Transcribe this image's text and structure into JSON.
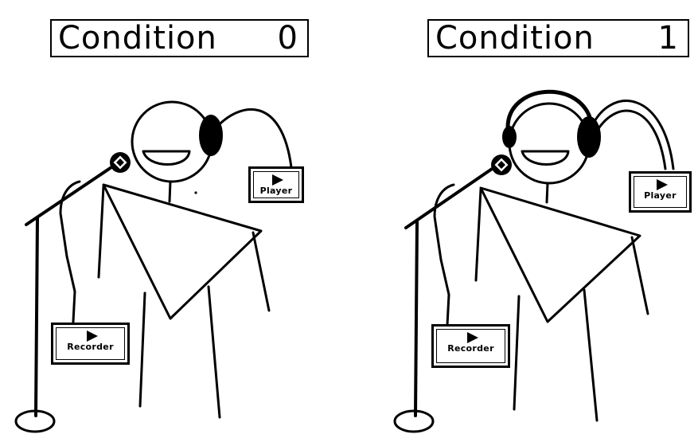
{
  "panels": [
    {
      "title_word": "Condition",
      "title_number": "0",
      "player_label": "Player",
      "recorder_label": "Recorder",
      "headphones": "one ear"
    },
    {
      "title_word": "Condition",
      "title_number": "1",
      "player_label": "Player",
      "recorder_label": "Recorder",
      "headphones": "both ears"
    }
  ],
  "colors": {
    "ink": "#000000",
    "paper": "#ffffff"
  },
  "icons": [
    "play-icon",
    "microphone-icon",
    "headphone-icon",
    "mic-stand-icon"
  ]
}
